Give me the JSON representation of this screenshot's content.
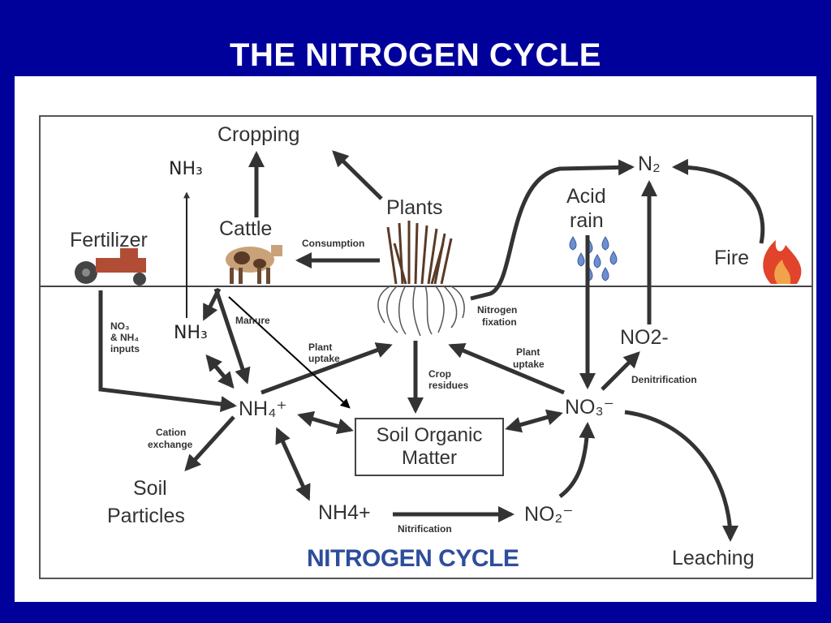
{
  "slide": {
    "title": "THE NITROGEN CYCLE"
  },
  "diagram": {
    "cropping": "Cropping",
    "nh3_top": "NH₃",
    "cattle": "Cattle",
    "fertilizer": "Fertilizer",
    "plants": "Plants",
    "consumption": "Consumption",
    "n2": "N₂",
    "acid_rain_line1": "Acid",
    "acid_rain_line2": "rain",
    "fire": "Fire",
    "no3_nh4_inputs": [
      "NO₃",
      "& NH₄",
      "inputs"
    ],
    "nh3_soil": "NH₃",
    "manure": "Manure",
    "plant_uptake_left": [
      "Plant",
      "uptake"
    ],
    "nitrogen_fixation": [
      "Nitrogen",
      "fixation"
    ],
    "no2_minus": "NO2-",
    "plant_uptake_right": [
      "Plant",
      "uptake"
    ],
    "crop_residues": [
      "Crop",
      "residues"
    ],
    "denitrification": "Denitrification",
    "nh4_plus": "NH₄⁺",
    "no3_minus": "NO₃⁻",
    "soil_organic_matter": [
      "Soil Organic",
      "Matter"
    ],
    "cation_exchange": [
      "Cation",
      "exchange"
    ],
    "soil_particles": [
      "Soil",
      "Particles"
    ],
    "nh4_lower": "NH4+",
    "no2_lower": "NO₂⁻",
    "nitrification": "Nitrification",
    "leaching": "Leaching",
    "caption": "NITROGEN CYCLE"
  },
  "colors": {
    "background": "#00009a",
    "panel": "#ffffff",
    "ink": "#333333",
    "caption": "#2e4d9b",
    "rain": "#6d8fd1",
    "fire": "#e0442a"
  }
}
